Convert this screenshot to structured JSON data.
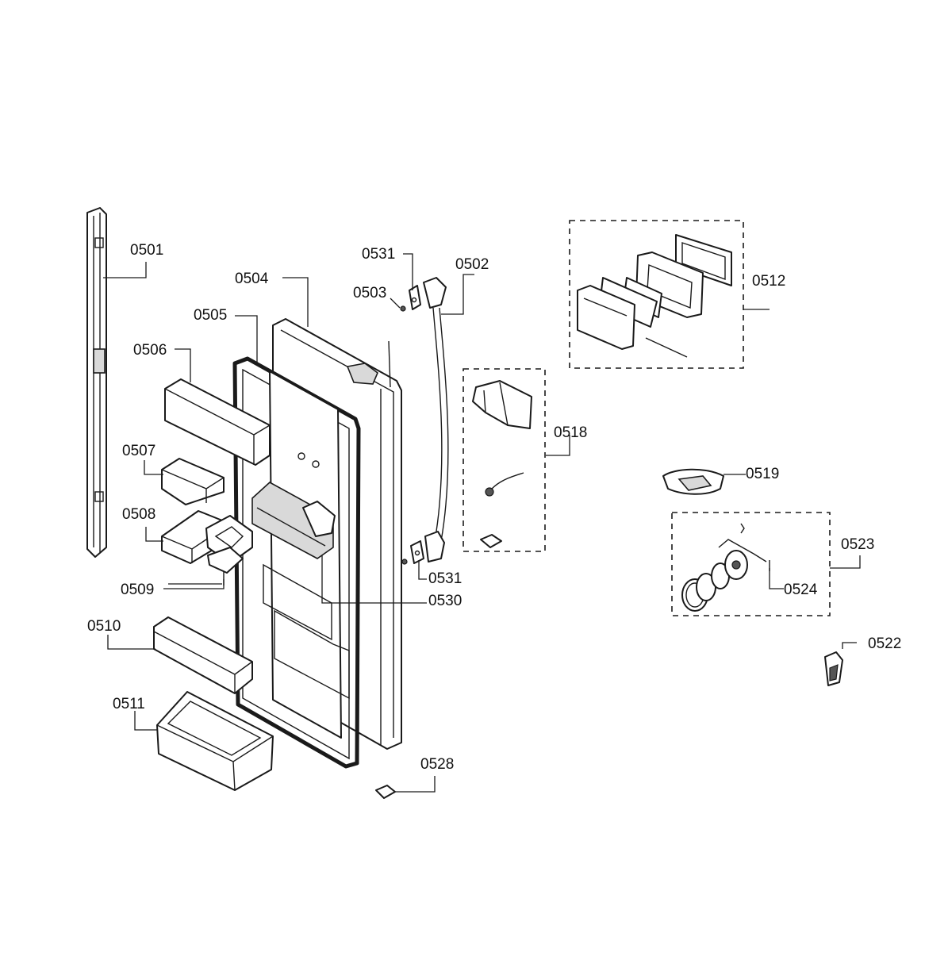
{
  "parts": [
    {
      "id": "0501",
      "label": "0501"
    },
    {
      "id": "0502",
      "label": "0502"
    },
    {
      "id": "0503",
      "label": "0503"
    },
    {
      "id": "0504",
      "label": "0504"
    },
    {
      "id": "0505",
      "label": "0505"
    },
    {
      "id": "0506",
      "label": "0506"
    },
    {
      "id": "0507",
      "label": "0507"
    },
    {
      "id": "0508",
      "label": "0508"
    },
    {
      "id": "0509",
      "label": "0509"
    },
    {
      "id": "0510",
      "label": "0510"
    },
    {
      "id": "0511",
      "label": "0511"
    },
    {
      "id": "0512",
      "label": "0512"
    },
    {
      "id": "0518",
      "label": "0518"
    },
    {
      "id": "0519",
      "label": "0519"
    },
    {
      "id": "0522",
      "label": "0522"
    },
    {
      "id": "0523",
      "label": "0523"
    },
    {
      "id": "0524",
      "label": "0524"
    },
    {
      "id": "0528",
      "label": "0528"
    },
    {
      "id": "0530",
      "label": "0530"
    },
    {
      "id": "0531a",
      "label": "0531"
    },
    {
      "id": "0531b",
      "label": "0531"
    }
  ]
}
